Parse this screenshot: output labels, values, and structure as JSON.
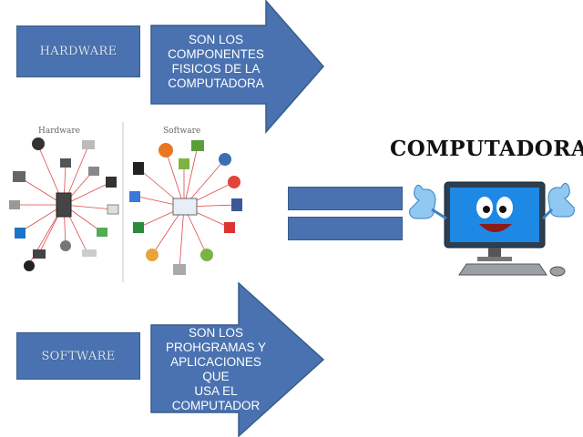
{
  "diagram": {
    "hardware_label": "HARDWARE",
    "software_label": "SOFTWARE",
    "hardware_description": "SON LOS\nCOMPONENTES\nFISICOS DE LA\nCOMPUTADORA",
    "software_description": "SON LOS\nPROHGRAMAS Y\nAPLICACIONES QUE\nUSA EL\nCOMPUTADOR",
    "center_title": "COMPUTADORA",
    "image_panels": {
      "hardware_title": "Hardware",
      "software_title": "Software"
    }
  },
  "colors": {
    "shape_fill": "#4a72b0",
    "shape_border": "#385d8a"
  }
}
